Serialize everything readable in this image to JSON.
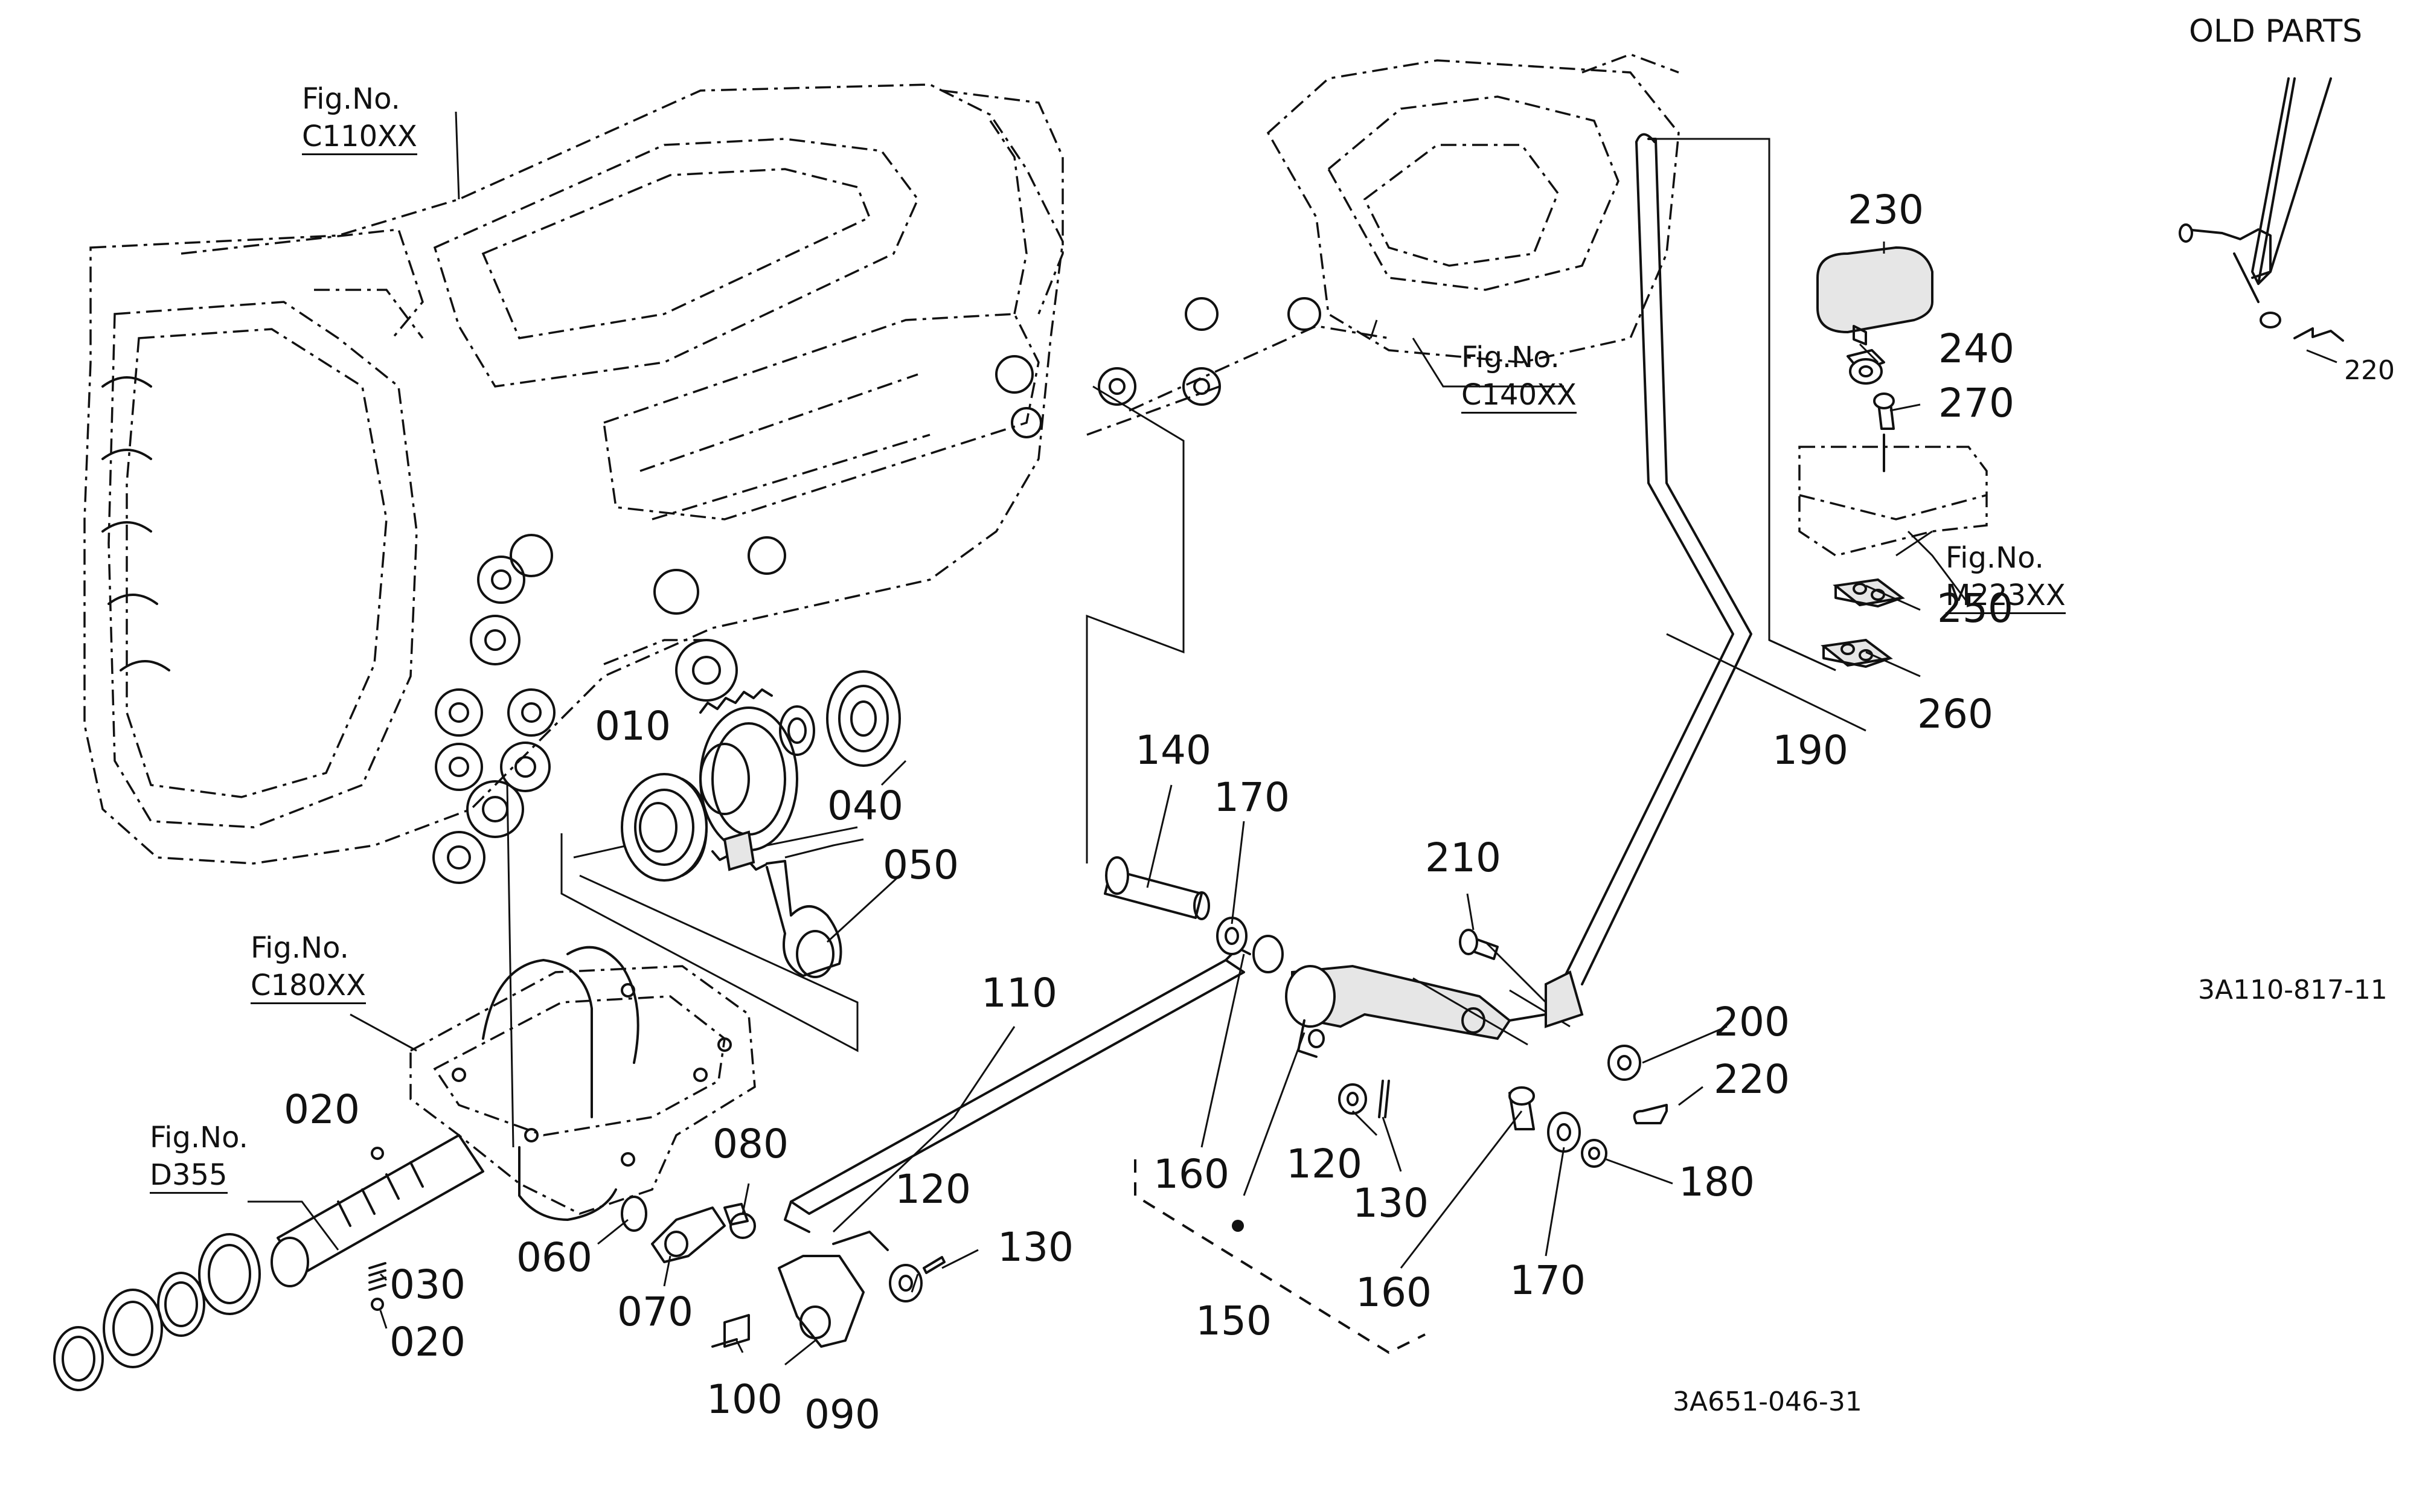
{
  "header": {
    "old_parts": "OLD PARTS"
  },
  "drawing_numbers": {
    "main": "3A651-046-31",
    "inset": "3A110-817-11"
  },
  "figure_refs": [
    {
      "prefix": "Fig.No.",
      "code": "C110XX"
    },
    {
      "prefix": "Fig.No.",
      "code": "C140XX"
    },
    {
      "prefix": "Fig.No.",
      "code": "C180XX"
    },
    {
      "prefix": "Fig.No.",
      "code": "D355"
    },
    {
      "prefix": "Fig.No.",
      "code": "M223XX"
    }
  ],
  "callouts": [
    "010",
    "020",
    "020",
    "030",
    "040",
    "050",
    "060",
    "070",
    "080",
    "090",
    "100",
    "110",
    "120",
    "120",
    "130",
    "130",
    "140",
    "150",
    "160",
    "160",
    "170",
    "170",
    "180",
    "190",
    "200",
    "210",
    "220",
    "230",
    "240",
    "250",
    "260",
    "270"
  ],
  "inset_callouts": [
    "220"
  ]
}
